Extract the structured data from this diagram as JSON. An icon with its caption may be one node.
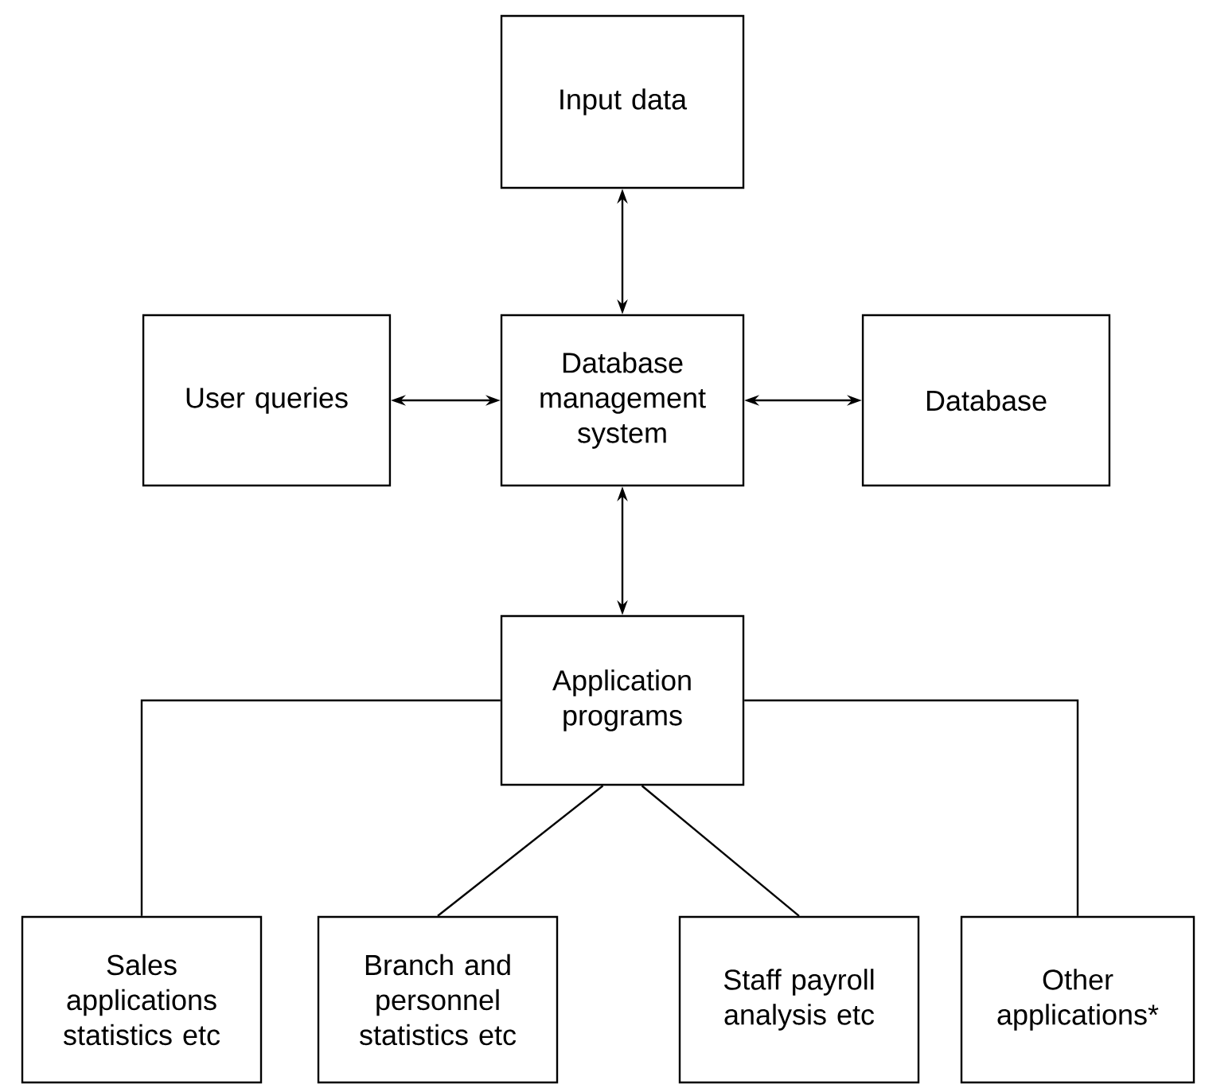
{
  "diagram": {
    "nodes": [
      {
        "text": [
          "Input data"
        ]
      },
      {
        "text": [
          "User queries"
        ]
      },
      {
        "text": [
          "Database management system"
        ]
      },
      {
        "text": [
          "Database"
        ]
      },
      {
        "text": [
          "Application programs"
        ]
      },
      {
        "text": [
          "Sales applications statistics etc"
        ]
      },
      {
        "text": [
          "Branch and personnel statistics etc"
        ]
      },
      {
        "text": [
          "Staff payroll analysis etc"
        ]
      },
      {
        "text": [
          "Other applications*"
        ]
      }
    ],
    "edges": [
      {
        "from": 0,
        "to": 2,
        "arrow": "both"
      },
      {
        "from": 1,
        "to": 2,
        "arrow": "both"
      },
      {
        "from": 2,
        "to": 3,
        "arrow": "both"
      },
      {
        "from": 2,
        "to": 4,
        "arrow": "both"
      },
      {
        "from": 4,
        "to": 5,
        "arrow": "none"
      },
      {
        "from": 4,
        "to": 6,
        "arrow": "none"
      },
      {
        "from": 4,
        "to": 7,
        "arrow": "none"
      },
      {
        "from": 4,
        "to": 8,
        "arrow": "none"
      }
    ]
  }
}
